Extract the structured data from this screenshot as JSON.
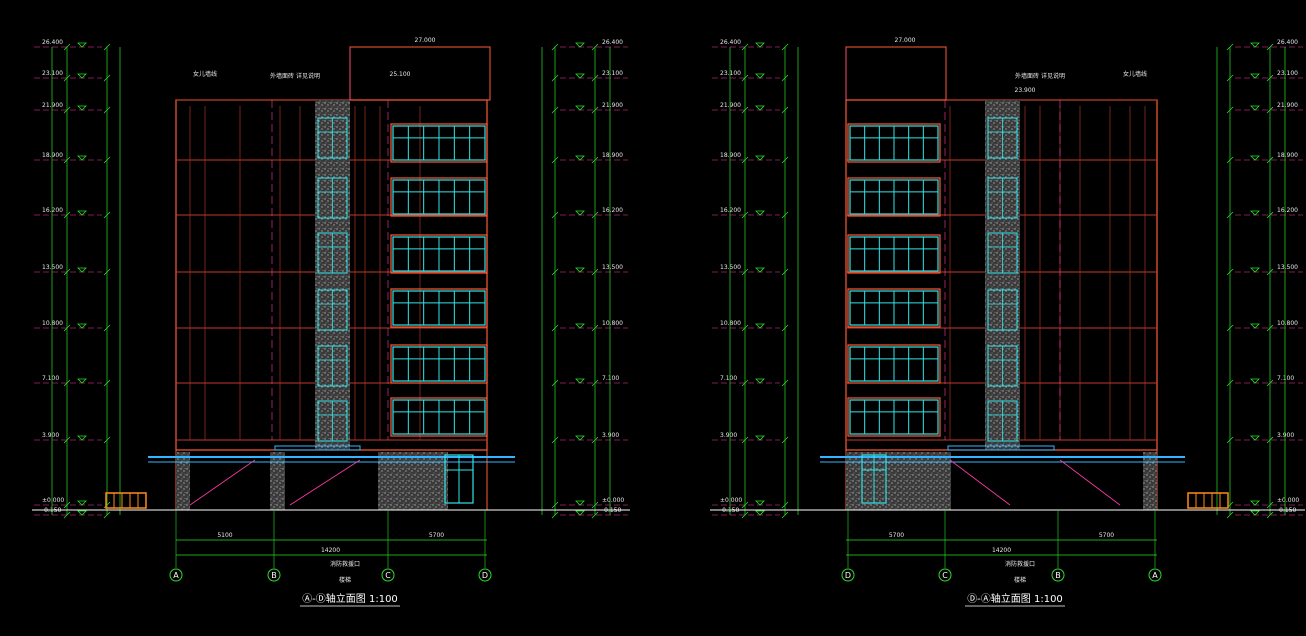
{
  "colors": {
    "background": "#000000",
    "outline": "#ff5a36",
    "wall_line": "#c23a2a",
    "glazing": "#2fe6ea",
    "dimension": "#27e027",
    "grid_magenta": "#ff3aa8",
    "stone": "#8c8c8c",
    "text": "#ffffff",
    "railing": "#ff8a1a",
    "sky_blue": "#33b6ff"
  },
  "left_drawing": {
    "title": "Ⓐ-Ⓓ轴立面图 1:100",
    "axis_labels": [
      "A",
      "B",
      "C",
      "D"
    ],
    "elevation_left": [
      "26.400",
      "23.100",
      "21.900",
      "18.900",
      "16.200",
      "13.500",
      "10.800",
      "7.100",
      "3.900",
      "±0.000",
      "-0.150"
    ],
    "elevation_right": [
      "26.400",
      "23.100",
      "21.900",
      "18.900",
      "16.200",
      "13.500",
      "10.800",
      "7.100",
      "3.900",
      "±0.000",
      "-0.150"
    ],
    "dims_bottom": [
      "5100",
      "14200",
      "5700"
    ],
    "note_entrance": "消防救援口",
    "note_stair": "楼梯",
    "note_roof": "27.000",
    "note_roof2": "25.100",
    "note_top": "女儿墙线",
    "note_wall": "外墙面砖 详见说明"
  },
  "right_drawing": {
    "title": "Ⓓ-Ⓐ轴立面图 1:100",
    "axis_labels": [
      "D",
      "C",
      "B",
      "A"
    ],
    "elevation_left": [
      "26.400",
      "23.100",
      "21.900",
      "18.900",
      "16.200",
      "13.500",
      "10.800",
      "7.100",
      "3.900",
      "±0.000",
      "-0.150"
    ],
    "elevation_right": [
      "26.400",
      "23.100",
      "21.900",
      "18.900",
      "16.200",
      "13.500",
      "10.800",
      "7.100",
      "3.900",
      "±0.000",
      "-0.150"
    ],
    "dims_bottom": [
      "5700",
      "14200",
      "5700"
    ],
    "note_entrance": "消防救援口",
    "note_stair": "楼梯",
    "note_roof": "27.000",
    "note_roof2": "23.900",
    "note_top": "女儿墙线",
    "note_wall": "外墙面砖 详见说明"
  }
}
